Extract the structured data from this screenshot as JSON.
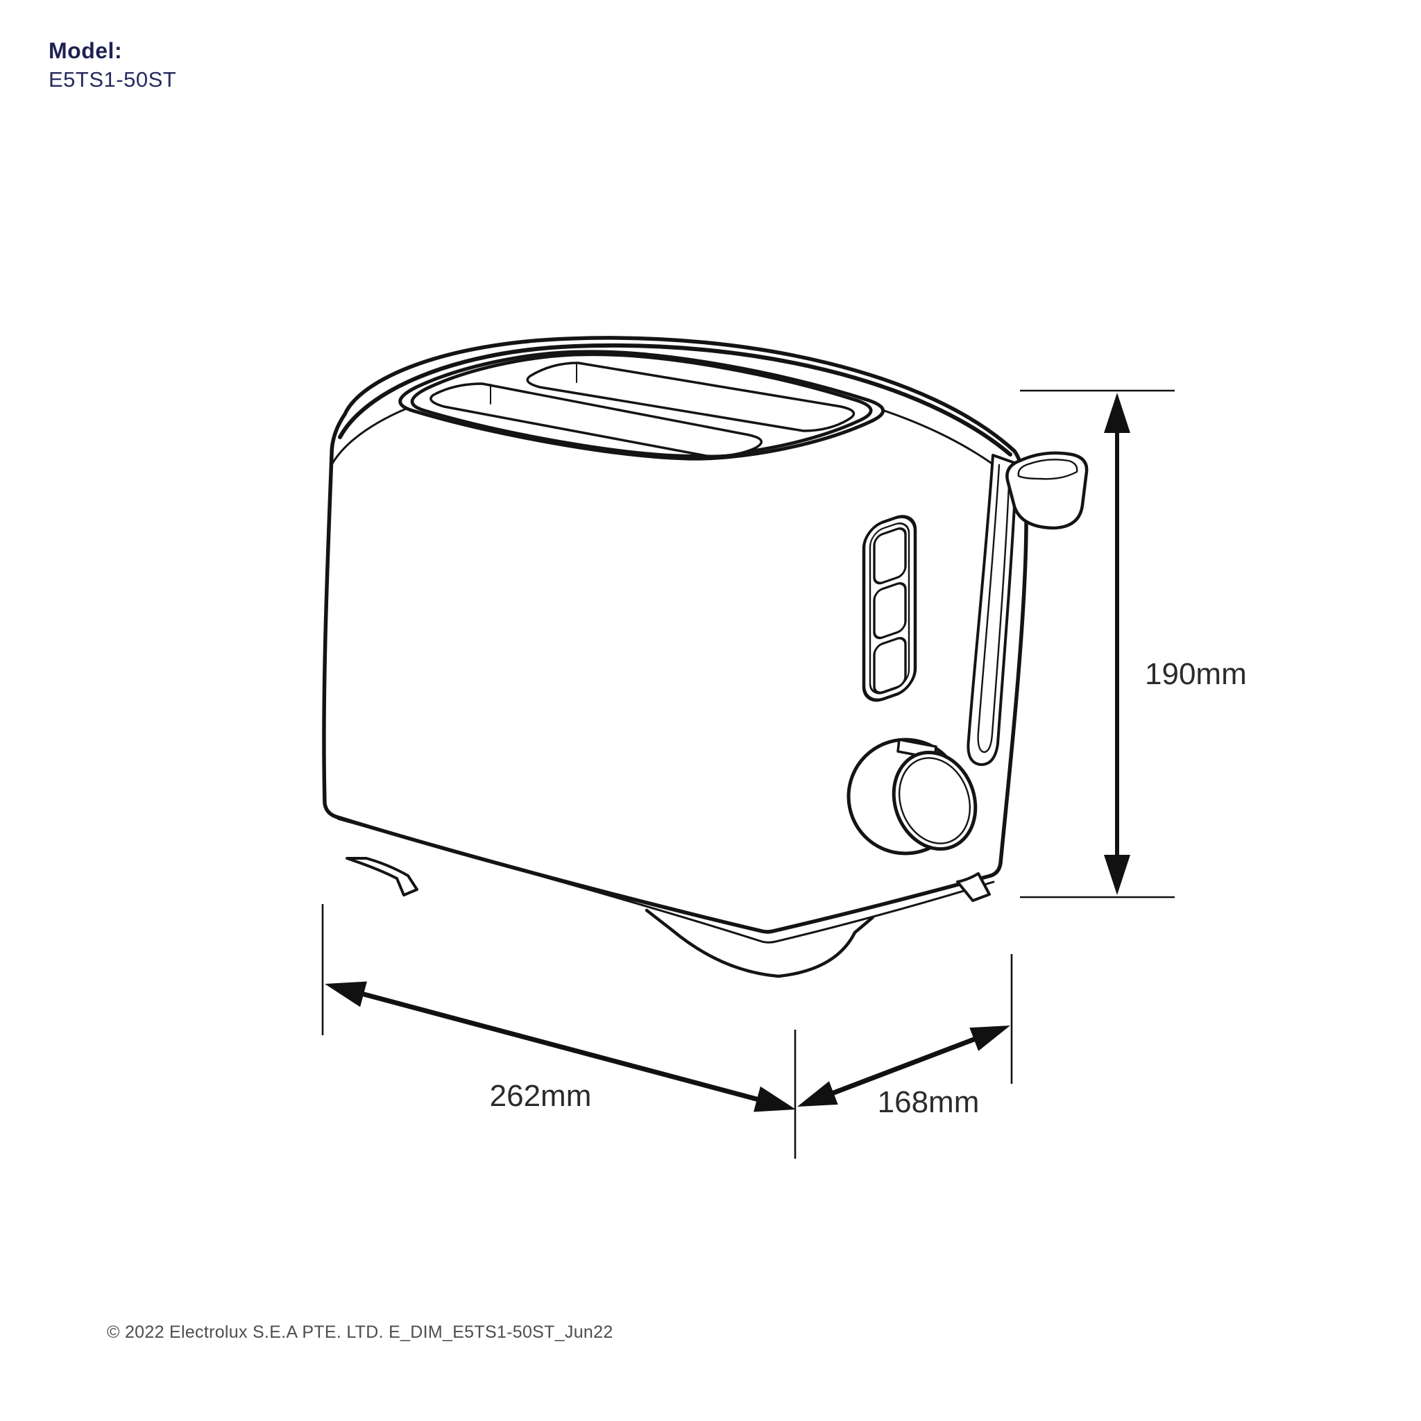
{
  "page": {
    "background_color": "#ffffff"
  },
  "header": {
    "model_label": "Model:",
    "model_number": "E5TS1-50ST",
    "label_color": "#1e2152",
    "number_color": "#262a5e"
  },
  "illustration": {
    "subject": "two-slice toaster line drawing, three-quarter view",
    "line_color": "#141414",
    "parts": [
      "body",
      "bread-slots",
      "lift-lever",
      "button-panel",
      "browning-knob",
      "base-feet"
    ]
  },
  "dimensions": {
    "height_label": "190mm",
    "width_label": "262mm",
    "depth_label": "168mm",
    "text_color": "#2b2b2b",
    "line_color": "#111111"
  },
  "footer": {
    "copyright": "© 2022 Electrolux S.E.A PTE. LTD. E_DIM_E5TS1-50ST_Jun22",
    "text_color": "#4d4d4d"
  }
}
